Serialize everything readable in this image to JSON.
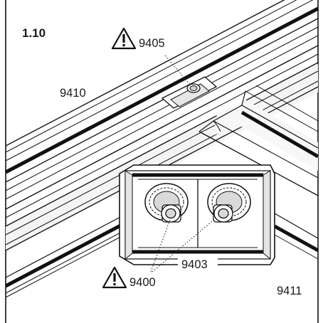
{
  "step_number": "1.10",
  "labels": {
    "top_warning": "9405",
    "top_profile": "9410",
    "bracket": "9403",
    "bottom_warning": "9400",
    "right_profile": "9411"
  },
  "icons": {
    "warning": "warning-triangle-icon"
  },
  "colors": {
    "line": "#111111",
    "background": "#ffffff",
    "shade": "#d9d9d9"
  }
}
